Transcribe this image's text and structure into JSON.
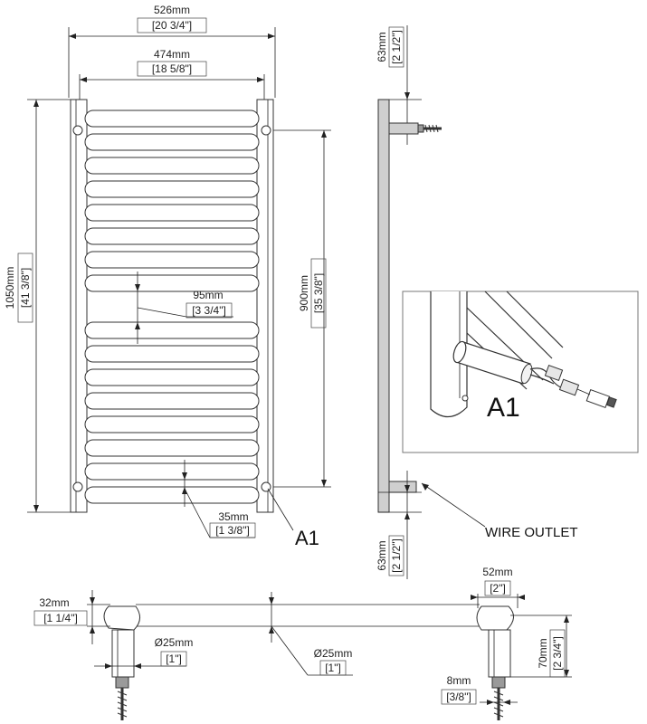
{
  "front": {
    "overall_width": {
      "mm": "526mm",
      "in": "[20 3/4\"]"
    },
    "bar_width": {
      "mm": "474mm",
      "in": "[18 5/8\"]"
    },
    "overall_height": {
      "mm": "1050mm",
      "in": "[41 3/8\"]"
    },
    "mount_spacing": {
      "mm": "900mm",
      "in": "[35 3/8\"]"
    },
    "bar_gap": {
      "mm": "95mm",
      "in": "[3 3/4\"]"
    },
    "bar_spacing": {
      "mm": "35mm",
      "in": "[1 3/8\"]"
    },
    "callout": "A1"
  },
  "side": {
    "top_offset": {
      "mm": "63mm",
      "in": "[2 1/2\"]"
    },
    "bottom_offset": {
      "mm": "63mm",
      "in": "[2 1/2\"]"
    },
    "wire_outlet": "WIRE OUTLET"
  },
  "detail": {
    "callout": "A1"
  },
  "bottom": {
    "depth": {
      "mm": "32mm",
      "in": "[1 1/4\"]"
    },
    "post_dia": {
      "mm": "Ø25mm",
      "in": "[1\"]"
    },
    "bar_dia": {
      "mm": "Ø25mm",
      "in": "[1\"]"
    },
    "end_width": {
      "mm": "52mm",
      "in": "[2\"]"
    },
    "standoff": {
      "mm": "70mm",
      "in": "[2 3/4\"]"
    },
    "screw": {
      "mm": "8mm",
      "in": "[3/8\"]"
    }
  }
}
